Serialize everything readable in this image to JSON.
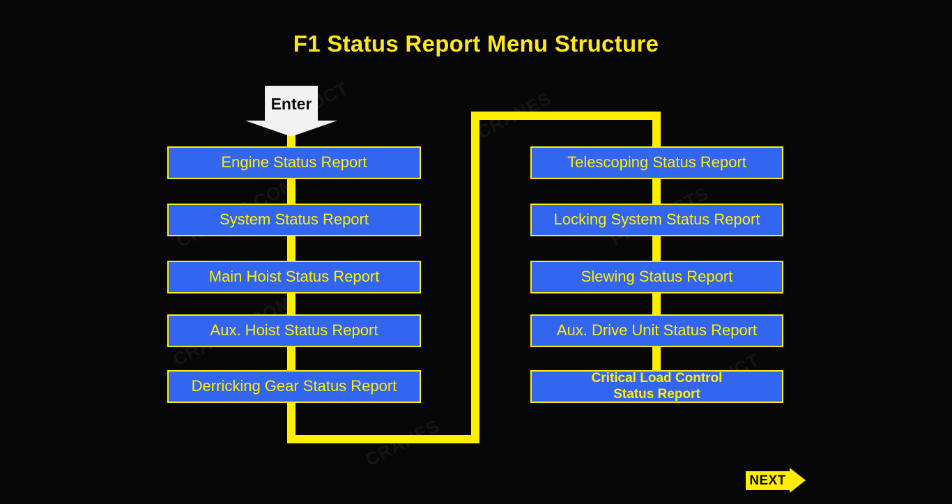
{
  "slide": {
    "title": "F1 Status Report Menu Structure",
    "background_color": "#070707",
    "accent_color": "#ffee00",
    "box_fill_color": "#3366f0",
    "box_text_color": "#ffee00"
  },
  "entry": {
    "label": "Enter",
    "icon": "down-arrow",
    "color": "#f2f2f2",
    "text_color": "#0a0a0a"
  },
  "columns": [
    {
      "name": "left-column",
      "items": [
        {
          "label": "Engine Status Report",
          "lines": [
            "Engine Status Report"
          ],
          "bold": false
        },
        {
          "label": "System Status Report",
          "lines": [
            "System Status Report"
          ],
          "bold": false
        },
        {
          "label": "Main Hoist Status Report",
          "lines": [
            "Main Hoist Status Report"
          ],
          "bold": false
        },
        {
          "label": "Aux. Hoist Status Report",
          "lines": [
            "Aux. Hoist Status Report"
          ],
          "bold": false
        },
        {
          "label": "Derricking Gear Status Report",
          "lines": [
            "Derricking Gear Status Report"
          ],
          "bold": false
        }
      ]
    },
    {
      "name": "right-column",
      "items": [
        {
          "label": "Telescoping Status Report",
          "lines": [
            "Telescoping Status Report"
          ],
          "bold": false
        },
        {
          "label": "Locking System Status Report",
          "lines": [
            "Locking System Status Report"
          ],
          "bold": false
        },
        {
          "label": "Slewing Status Report",
          "lines": [
            "Slewing Status Report"
          ],
          "bold": false
        },
        {
          "label": "Aux. Drive Unit Status Report",
          "lines": [
            "Aux. Drive Unit Status Report"
          ],
          "bold": false
        },
        {
          "label": "Critical Load Control Status Report",
          "lines": [
            "Critical Load Control",
            "Status Report"
          ],
          "bold": true
        }
      ]
    }
  ],
  "navigation": {
    "next_label": "NEXT",
    "next_icon": "right-arrow",
    "next_color": "#ffee00",
    "next_text_color": "#0a0a0a"
  },
  "watermarks": [
    "CRANES",
    "PRODUCT",
    "CRANES.COM",
    "PRODUCTS",
    "CRANES.COM",
    "CRANES",
    "PRODUCT"
  ]
}
